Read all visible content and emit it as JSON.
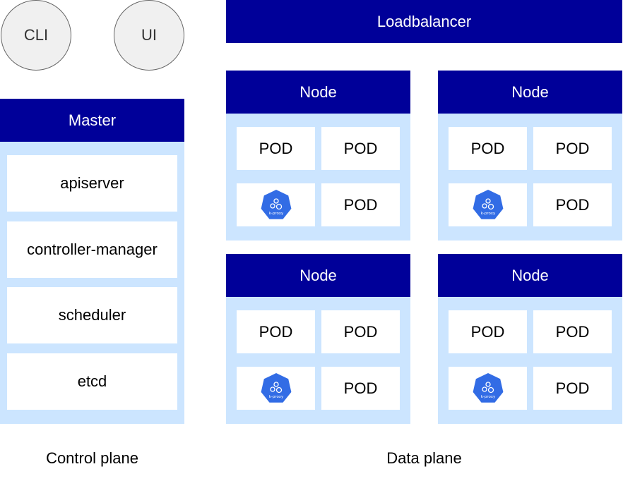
{
  "clients": {
    "cli_label": "CLI",
    "ui_label": "UI"
  },
  "loadbalancer": {
    "label": "Loadbalancer"
  },
  "master": {
    "title": "Master",
    "components": [
      "apiserver",
      "controller-manager",
      "scheduler",
      "etcd"
    ]
  },
  "nodes": [
    {
      "title": "Node",
      "pods": [
        "POD",
        "POD",
        "POD"
      ],
      "proxy_label": "k-proxy"
    },
    {
      "title": "Node",
      "pods": [
        "POD",
        "POD",
        "POD"
      ],
      "proxy_label": "k-proxy"
    },
    {
      "title": "Node",
      "pods": [
        "POD",
        "POD",
        "POD"
      ],
      "proxy_label": "k-proxy"
    },
    {
      "title": "Node",
      "pods": [
        "POD",
        "POD",
        "POD"
      ],
      "proxy_label": "k-proxy"
    }
  ],
  "captions": {
    "control_plane": "Control plane",
    "data_plane": "Data plane"
  },
  "icons": {
    "proxy_icon": "kubernetes-heptagon-icon"
  },
  "colors": {
    "bar": "#000099",
    "panel": "#cce5ff",
    "client_fill": "#f0f0f0",
    "client_stroke": "#666666",
    "proxy_icon": "#326ce5"
  }
}
